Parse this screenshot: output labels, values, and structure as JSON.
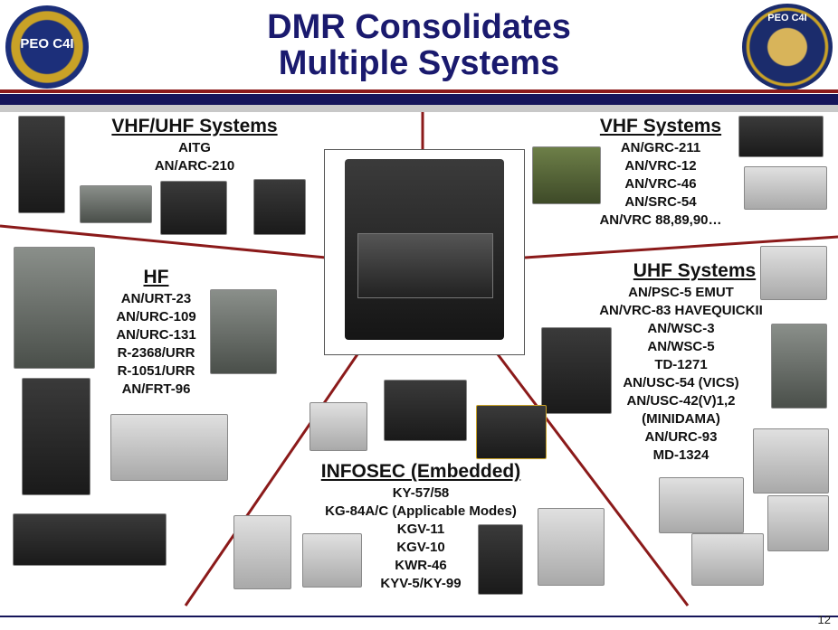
{
  "title_line1": "DMR Consolidates",
  "title_line2": "Multiple Systems",
  "logo_left_text": "PEO C4I",
  "logo_right_text": "PEO C4I",
  "page_number": "12",
  "vhf_uhf": {
    "heading": "VHF/UHF Systems",
    "items": [
      "AITG",
      "AN/ARC-210"
    ]
  },
  "vhf": {
    "heading": "VHF Systems",
    "items": [
      "AN/GRC-211",
      "AN/VRC-12",
      "AN/VRC-46",
      "AN/SRC-54",
      "AN/VRC 88,89,90…"
    ]
  },
  "hf": {
    "heading": "HF",
    "items": [
      "AN/URT-23",
      "AN/URC-109",
      "AN/URC-131",
      "R-2368/URR",
      "R-1051/URR",
      "AN/FRT-96"
    ]
  },
  "uhf": {
    "heading": "UHF Systems",
    "items": [
      "AN/PSC-5 EMUT",
      "AN/VRC-83 HAVEQUICKII",
      "AN/WSC-3",
      "AN/WSC-5",
      "TD-1271",
      "AN/USC-54 (VICS)",
      "AN/USC-42(V)1,2",
      "(MINIDAMA)",
      "AN/URC-93",
      "MD-1324"
    ]
  },
  "infosec": {
    "heading": "INFOSEC (Embedded)",
    "items": [
      "KY-57/58",
      "KG-84A/C (Applicable Modes)",
      "KGV-11",
      "KGV-10",
      "KWR-46",
      "KYV-5/KY-99"
    ]
  },
  "colors": {
    "title": "#1a1a6e",
    "band_navy": "#15155a",
    "band_red": "#8b1a1a",
    "divider": "#8b1a1a"
  }
}
